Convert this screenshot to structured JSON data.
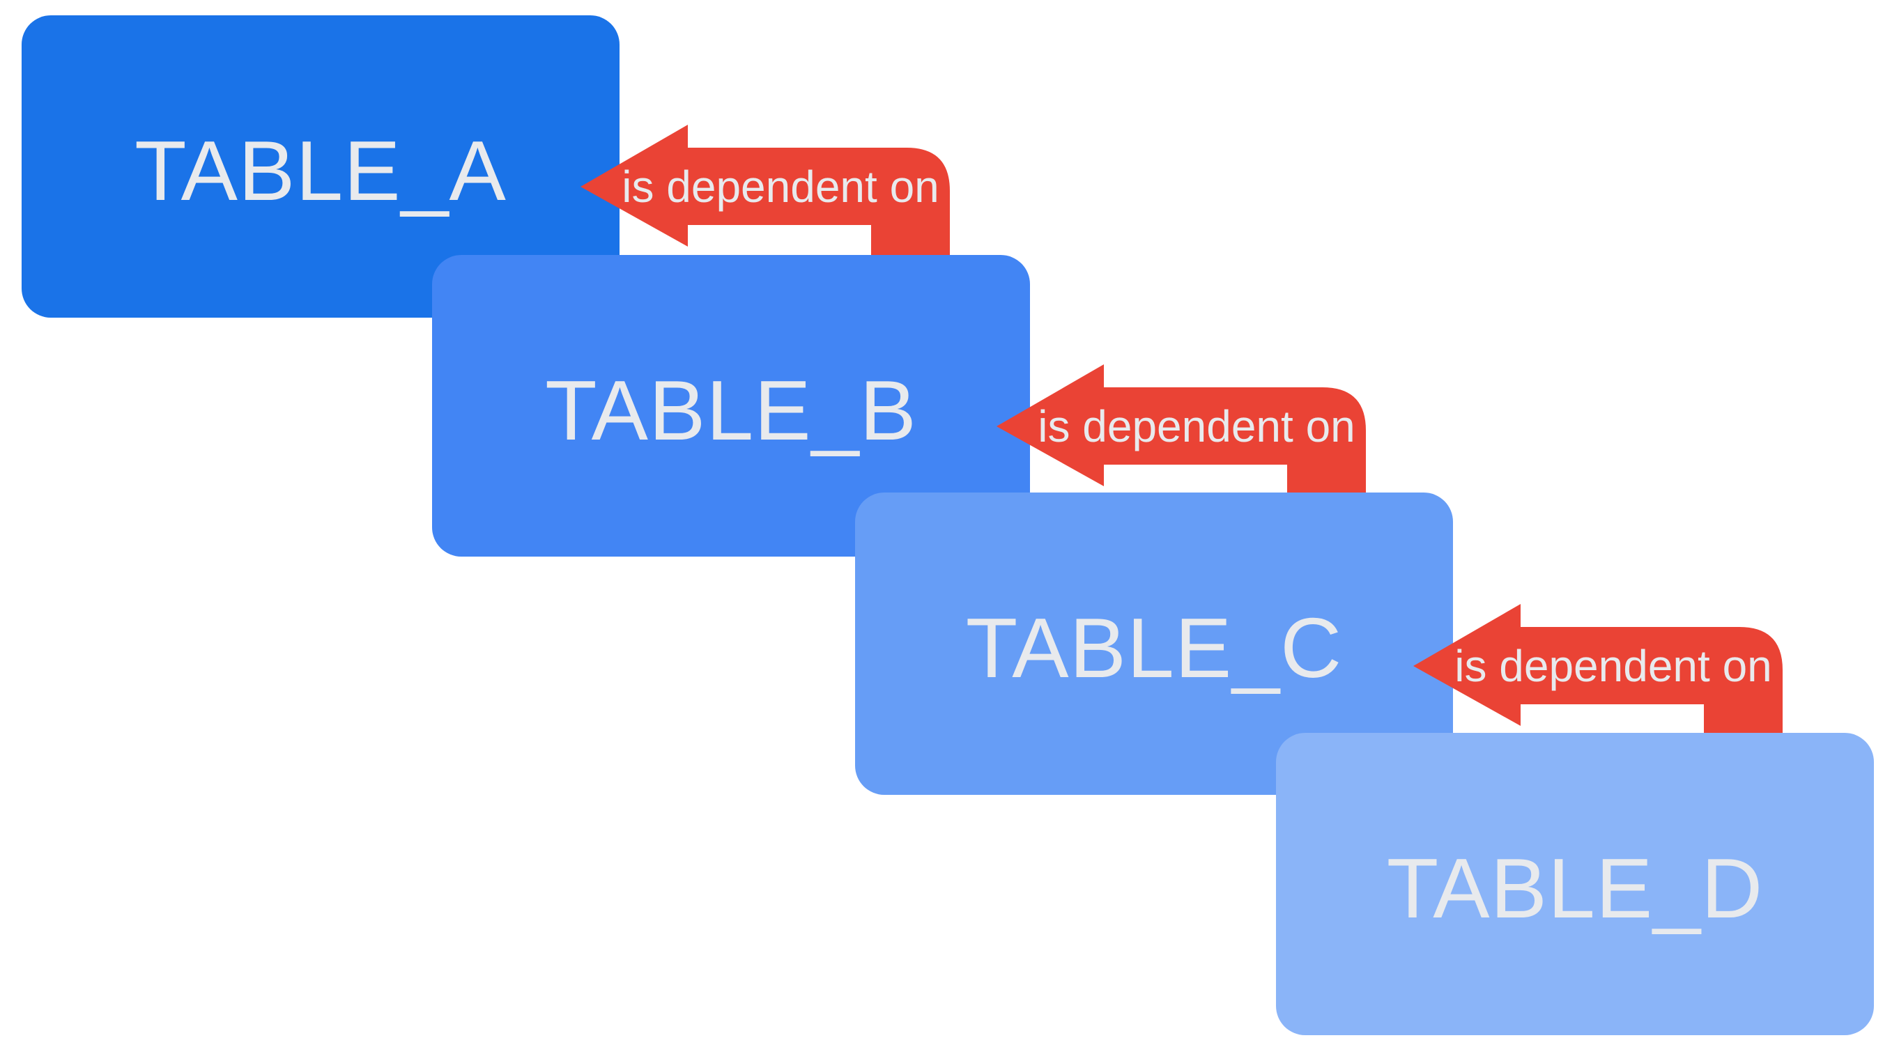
{
  "diagram": {
    "background_color": "#ffffff",
    "label_text_color": "#E8EAED",
    "arrow_color": "#EA4335",
    "tables": [
      {
        "label": "TABLE_A",
        "color": "#1A73E8"
      },
      {
        "label": "TABLE_B",
        "color": "#4285F4"
      },
      {
        "label": "TABLE_C",
        "color": "#669DF6"
      },
      {
        "label": "TABLE_D",
        "color": "#8AB4F8"
      }
    ],
    "dependencies": [
      {
        "from": "TABLE_B",
        "to": "TABLE_A",
        "label": "is dependent on"
      },
      {
        "from": "TABLE_C",
        "to": "TABLE_B",
        "label": "is dependent on"
      },
      {
        "from": "TABLE_D",
        "to": "TABLE_C",
        "label": "is dependent on"
      }
    ]
  }
}
